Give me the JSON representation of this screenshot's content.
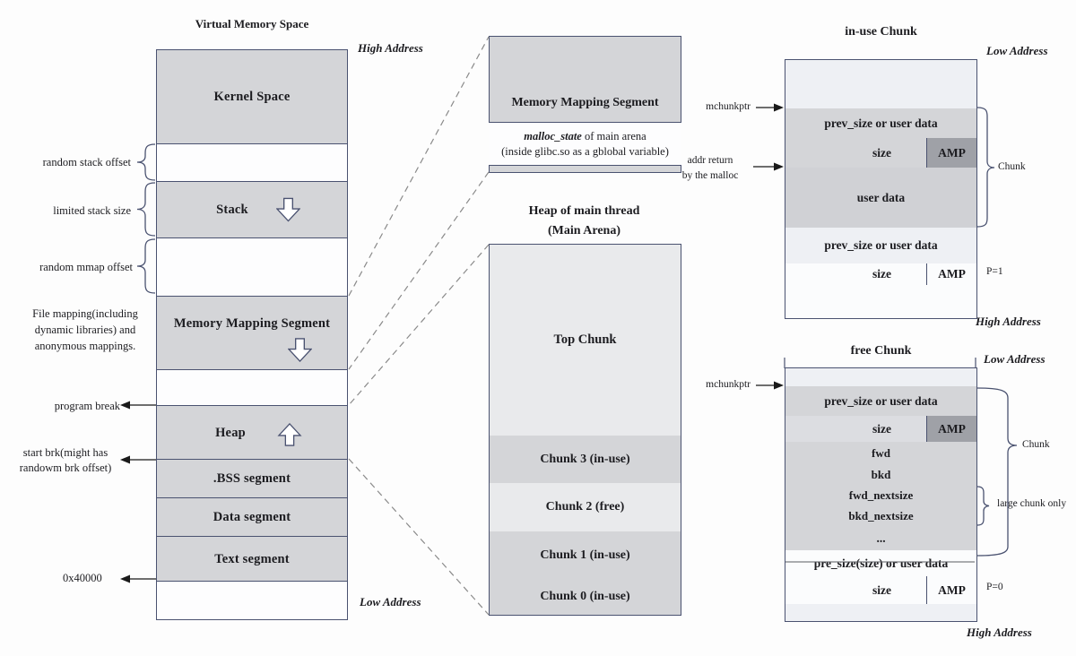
{
  "colors": {
    "border": "#4a5270",
    "segment_gray": "#d4d5d8",
    "segment_light": "#e9eaec",
    "amp_dark": "#9fa1a7",
    "dashed_line": "#8a8a8a",
    "text": "#1c1c20",
    "background": "#fdfdfd"
  },
  "left_column": {
    "title": "Virtual Memory Space",
    "high_address": "High Address",
    "low_address": "Low Address",
    "segments": {
      "kernel": "Kernel Space",
      "stack": "Stack",
      "mmap": "Memory Mapping Segment",
      "heap": "Heap",
      "bss": ".BSS segment",
      "data": "Data segment",
      "text": "Text segment"
    },
    "annotations": {
      "random_stack_offset": "random stack offset",
      "limited_stack_size": "limited stack size",
      "random_mmap_offset": "random mmap offset",
      "file_mapping_l1": "File mapping(including",
      "file_mapping_l2": "dynamic libraries) and",
      "file_mapping_l3": "anonymous mappings.",
      "program_break": "program break",
      "start_brk_l1": "start brk(might has",
      "start_brk_l2": "randowm brk offset)",
      "text_base": "0x40000"
    }
  },
  "mms_detail": {
    "title": "Memory Mapping Segment",
    "state_name": "malloc_state",
    "state_rest": " of main arena",
    "state_line2": "(inside glibc.so as a gblobal variable)"
  },
  "heap_detail": {
    "title_l1": "Heap of main thread",
    "title_l2": "(Main Arena)",
    "rows": {
      "top_chunk": "Top Chunk",
      "chunk3": "Chunk 3 (in-use)",
      "chunk2": "Chunk 2 (free)",
      "chunk1": "Chunk 1 (in-use)",
      "chunk0": "Chunk 0 (in-use)"
    }
  },
  "inuse_chunk": {
    "title": "in-use Chunk",
    "low_address": "Low Address",
    "high_address": "High Address",
    "mchunkptr": "mchunkptr",
    "addr_return_l1": "addr return",
    "addr_return_l2": "by the malloc",
    "rows": {
      "prev_size_top": "prev_size or user data",
      "size_top": "size",
      "amp_top": "AMP",
      "user_data": "user data",
      "prev_size_bottom": "prev_size or user data",
      "size_bottom": "size",
      "amp_bottom": "AMP"
    },
    "p_flag": "P=1",
    "brace_label": "Chunk"
  },
  "free_chunk": {
    "title": "free Chunk",
    "low_address": "Low Address",
    "high_address": "High Address",
    "mchunkptr": "mchunkptr",
    "rows": {
      "prev_size": "prev_size or user data",
      "size_top": "size",
      "amp_top": "AMP",
      "fwd": "fwd",
      "bkd": "bkd",
      "fwd_nextsize": "fwd_nextsize",
      "bkd_nextsize": "bkd_nextsize",
      "ellipsis": "...",
      "pre_size": "pre_size(size) or user data",
      "size_bottom": "size",
      "amp_bottom": "AMP"
    },
    "p_flag": "P=0",
    "brace_label": "Chunk",
    "large_chunk_label": "large chunk only"
  }
}
